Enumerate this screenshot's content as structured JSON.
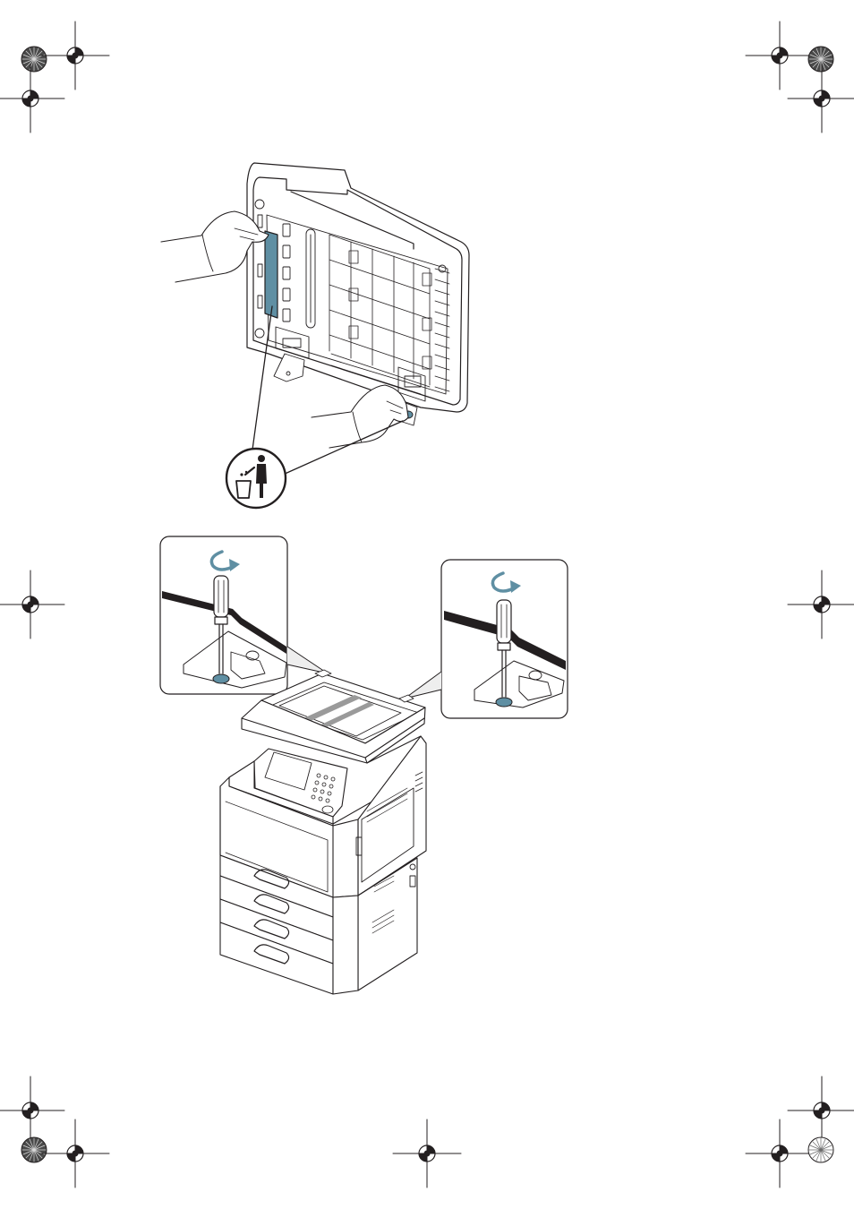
{
  "page": {
    "background": "#ffffff",
    "line_color": "#231f20",
    "accent_blue": "#5f8fa3"
  },
  "figures": [
    {
      "name": "adf-underside-with-hands",
      "description_icon": "trash-bin-icon"
    },
    {
      "name": "screwdriver-callout-left",
      "icon": "rotate-arrow-icon"
    },
    {
      "name": "screwdriver-callout-right",
      "icon": "rotate-arrow-icon"
    },
    {
      "name": "printer-illustration"
    }
  ],
  "registration_marks": {
    "icon": "crosshair-icon",
    "color_wheel_icon": "registration-wheel-icon"
  }
}
